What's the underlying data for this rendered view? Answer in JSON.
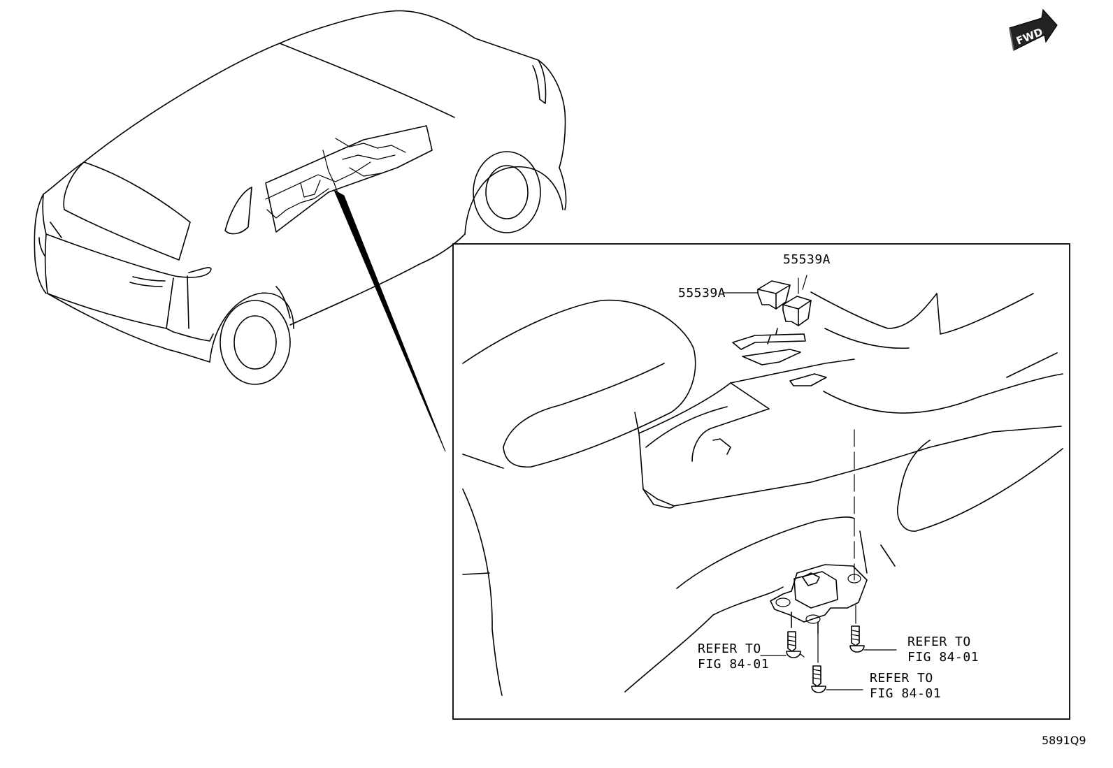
{
  "fwd_badge": {
    "label": "FWD",
    "icon": "fwd-arrow-icon"
  },
  "callouts": {
    "part_left": "55539A",
    "part_right": "55539A",
    "refer_right": {
      "line1": "REFER TO",
      "line2": "FIG 84-01"
    },
    "refer_left": {
      "line1": "REFER TO",
      "line2": "FIG 84-01"
    },
    "refer_bottom": {
      "line1": "REFER TO",
      "line2": "FIG 84-01"
    }
  },
  "figure_code": "5891Q9"
}
